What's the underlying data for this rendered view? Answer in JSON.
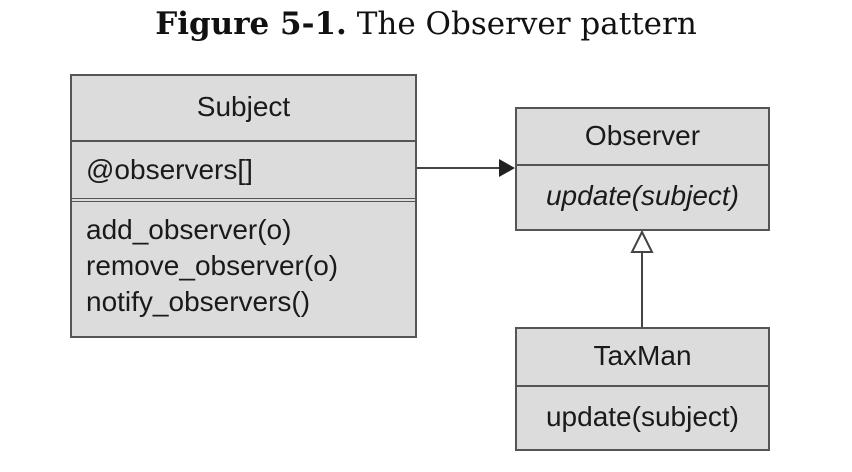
{
  "caption": {
    "label": "Figure 5-1.",
    "title": "The Observer pattern"
  },
  "classes": {
    "subject": {
      "name": "Subject",
      "attributes": [
        "@observers[]"
      ],
      "operations": [
        "add_observer(o)",
        "remove_observer(o)",
        "notify_observers()"
      ]
    },
    "observer": {
      "name": "Observer",
      "operations": [
        "update(subject)"
      ]
    },
    "taxman": {
      "name": "TaxMan",
      "operations": [
        "update(subject)"
      ]
    }
  },
  "colors": {
    "box_fill": "#dcdcdc",
    "box_border": "#555555",
    "line": "#444444"
  }
}
